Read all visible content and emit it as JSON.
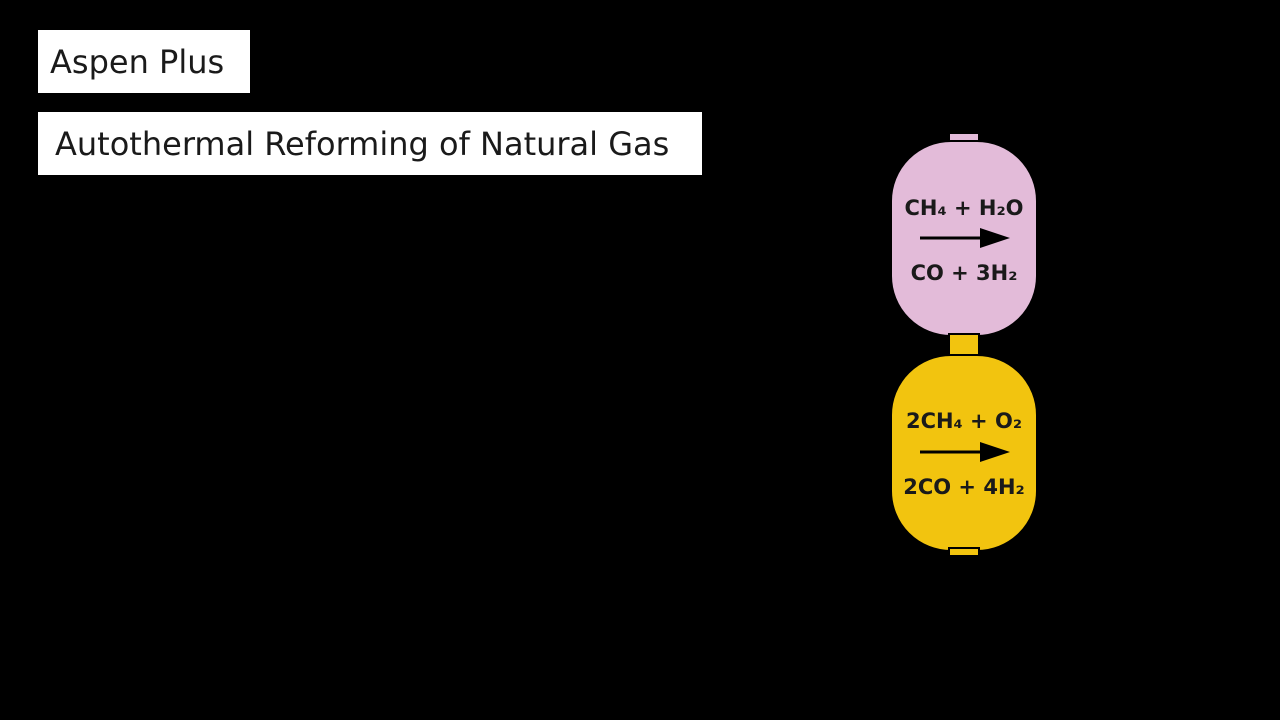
{
  "header": {
    "software": "Aspen Plus",
    "title": "Autothermal Reforming of Natural Gas"
  },
  "reactor": {
    "colors": {
      "steam_zone": "#e3bbd9",
      "oxidation_zone": "#f2c40f",
      "outline": "#000000",
      "background": "#000000"
    },
    "steam_reforming": {
      "reactants": "CH₄ + H₂O",
      "products": "CO + 3H₂"
    },
    "partial_oxidation": {
      "reactants": "2CH₄ + O₂",
      "products": "2CO + 4H₂"
    },
    "icons": [
      "arrow-right-icon"
    ]
  }
}
